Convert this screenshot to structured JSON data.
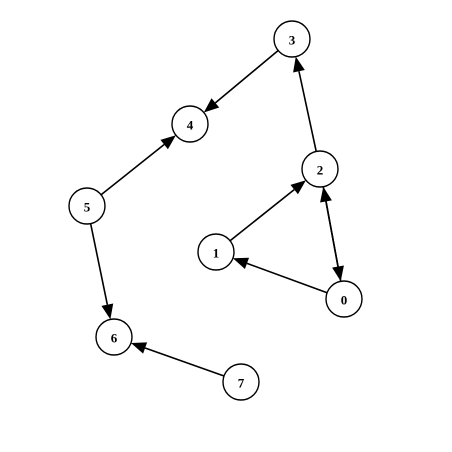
{
  "graph": {
    "directed": true,
    "nodes": [
      {
        "id": "0",
        "label": "0"
      },
      {
        "id": "1",
        "label": "1"
      },
      {
        "id": "2",
        "label": "2"
      },
      {
        "id": "3",
        "label": "3"
      },
      {
        "id": "4",
        "label": "4"
      },
      {
        "id": "5",
        "label": "5"
      },
      {
        "id": "6",
        "label": "6"
      },
      {
        "id": "7",
        "label": "7"
      }
    ],
    "edges": [
      {
        "from": "0",
        "to": "1"
      },
      {
        "from": "0",
        "to": "2"
      },
      {
        "from": "2",
        "to": "0"
      },
      {
        "from": "1",
        "to": "2"
      },
      {
        "from": "2",
        "to": "3"
      },
      {
        "from": "3",
        "to": "4"
      },
      {
        "from": "5",
        "to": "4"
      },
      {
        "from": "5",
        "to": "6"
      },
      {
        "from": "7",
        "to": "6"
      }
    ],
    "colors": {
      "stroke": "#000000",
      "node_fill": "#ffffff",
      "label": "#000000"
    }
  }
}
